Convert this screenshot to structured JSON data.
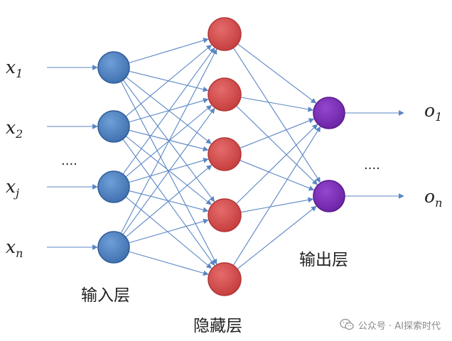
{
  "layers": {
    "input": {
      "label": "输入层",
      "nodes": [
        {
          "var": "x",
          "sub": "1"
        },
        {
          "var": "x",
          "sub": "2"
        },
        {
          "var": "x",
          "sub": "j"
        },
        {
          "var": "x",
          "sub": "n"
        }
      ],
      "ellipsis": "...."
    },
    "hidden": {
      "label": "隐藏层",
      "node_count": 5
    },
    "output": {
      "label": "输出层",
      "nodes": [
        {
          "var": "o",
          "sub": "1"
        },
        {
          "var": "o",
          "sub": "n"
        }
      ],
      "ellipsis": "...."
    }
  },
  "colors": {
    "input_node": "#4a7fc1",
    "hidden_node": "#d64a4a",
    "output_node": "#7b2fb5",
    "edge": "#5b86c4"
  },
  "watermark": {
    "icon": "wechat-icon",
    "text": "公众号 · AI探索时代"
  }
}
